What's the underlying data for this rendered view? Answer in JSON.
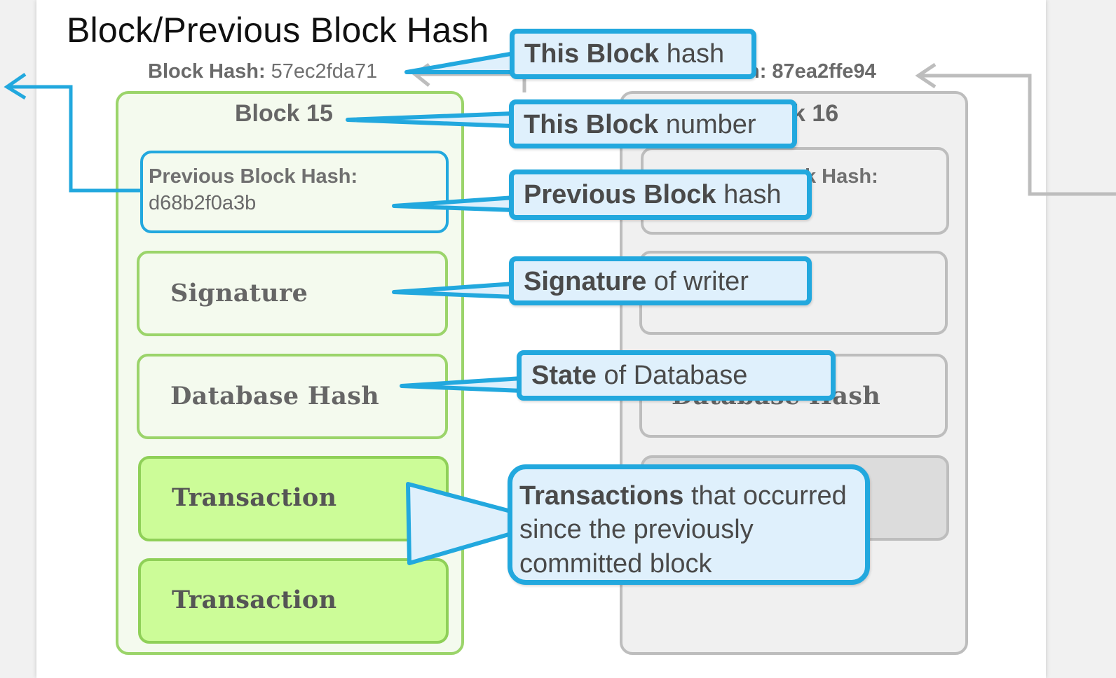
{
  "title": "Block/Previous Block Hash",
  "block_a": {
    "hash_label": "Block Hash:",
    "hash_value": "57ec2fda71",
    "title": "Block 15",
    "prev_hash_label": "Previous Block Hash:",
    "prev_hash_value": "d68b2f0a3b",
    "signature": "Signature",
    "database_hash": "Database Hash",
    "transactions": [
      "Transaction",
      "Transaction"
    ]
  },
  "block_b": {
    "hash_fragment": "h: 87ea2ffe94",
    "title_fragment": "k 16",
    "prev_hash_fragment": "k Hash:",
    "database_hash_fragment": "Database Hash"
  },
  "callouts": {
    "this_block_hash": {
      "bold": "This Block",
      "rest": " hash"
    },
    "this_block_number": {
      "bold": "This Block",
      "rest": " number"
    },
    "previous_block_hash": {
      "bold": "Previous Block",
      "rest": " hash"
    },
    "signature": {
      "bold": "Signature",
      "rest": " of writer"
    },
    "state_of_database": {
      "bold": "State",
      "rest": " of Database"
    },
    "transactions": {
      "bold": "Transactions",
      "line1_rest": " that occurred",
      "line2": "since the previously",
      "line3": "committed block"
    }
  },
  "colors": {
    "callout_border": "#22a8de",
    "callout_fill": "#dff0fc",
    "block_green": "#9bd46a",
    "transaction_fill": "#ccfc98",
    "block_grey": "#bdbdbd"
  }
}
